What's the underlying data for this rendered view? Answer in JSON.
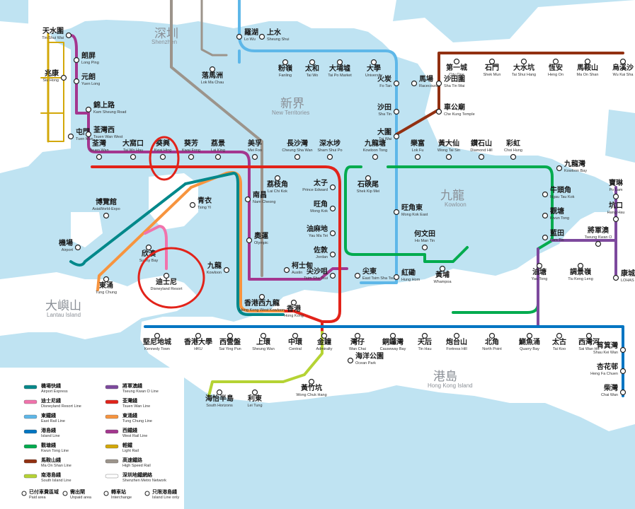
{
  "lines": {
    "tung_chung": "#F7943E",
    "airport": "#00888A",
    "disney": "#F173AC",
    "tsuen_wan": "#E2231A",
    "kwun_tong": "#00AB4E",
    "east_rail": "#5EB7E8",
    "island": "#0075C2",
    "tseung_kwan_o": "#7D499D",
    "west_rail": "#A4368F",
    "ma_on_shan": "#923011",
    "south_island": "#B5D334",
    "light_rail": "#D3A809",
    "high_speed": "#9C948B"
  },
  "regions": {
    "shenzhen": {
      "zh": "深圳",
      "en": "Shenzhen"
    },
    "nt": {
      "zh": "新界",
      "en": "New Territories"
    },
    "kowloon": {
      "zh": "九龍",
      "en": "Kowloon"
    },
    "hk_island": {
      "zh": "港島",
      "en": "Hong Kong Island"
    },
    "lantau": {
      "zh": "大嶼山",
      "en": "Lantau Island"
    }
  },
  "stations": {
    "tin_shui_wai": {
      "zh": "天水圍",
      "en": "Tin Shui Wai"
    },
    "long_ping": {
      "zh": "朗屏",
      "en": "Long Ping"
    },
    "yuen_long": {
      "zh": "元朗",
      "en": "Yuen Long"
    },
    "kam_sheung_road": {
      "zh": "錦上路",
      "en": "Kam Sheung Road"
    },
    "siu_hong": {
      "zh": "兆康",
      "en": "Siu Hong"
    },
    "tuen_mun": {
      "zh": "屯門",
      "en": "Tuen Mun"
    },
    "tsuen_wan_west": {
      "zh": "荃灣西",
      "en": "Tsuen Wan West"
    },
    "lo_wu": {
      "zh": "羅湖",
      "en": "Lo Wu"
    },
    "sheung_shui": {
      "zh": "上水",
      "en": "Sheung Shui"
    },
    "lok_ma_chau": {
      "zh": "落馬洲",
      "en": "Lok Ma Chau"
    },
    "fanling": {
      "zh": "粉嶺",
      "en": "Fanling"
    },
    "tai_wo": {
      "zh": "太和",
      "en": "Tai Wo"
    },
    "tai_po_market": {
      "zh": "大埔墟",
      "en": "Tai Po Market"
    },
    "university": {
      "zh": "大學",
      "en": "University"
    },
    "fo_tan": {
      "zh": "火炭",
      "en": "Fo Tan"
    },
    "racecourse": {
      "zh": "馬場",
      "en": "Racecourse"
    },
    "sha_tin": {
      "zh": "沙田",
      "en": "Sha Tin"
    },
    "tai_wai": {
      "zh": "大圍",
      "en": "Tai Wai"
    },
    "wu_kai_sha": {
      "zh": "烏溪沙",
      "en": "Wu Kai Sha"
    },
    "ma_on_shan": {
      "zh": "馬鞍山",
      "en": "Ma On Shan"
    },
    "heng_on": {
      "zh": "恆安",
      "en": "Heng On"
    },
    "tai_shui_hang": {
      "zh": "大水坑",
      "en": "Tai Shui Hang"
    },
    "shek_mun": {
      "zh": "石門",
      "en": "Shek Mun"
    },
    "city_one": {
      "zh": "第一城",
      "en": "City One"
    },
    "sha_tin_wai": {
      "zh": "沙田圍",
      "en": "Sha Tin Wai"
    },
    "che_kung_temple": {
      "zh": "車公廟",
      "en": "Che Kung Temple"
    },
    "tsuen_wan": {
      "zh": "荃灣",
      "en": "Tsuen Wan"
    },
    "tai_wo_hau": {
      "zh": "大窩口",
      "en": "Tai Wo Hau"
    },
    "kwai_hing": {
      "zh": "葵興",
      "en": "Kwai Hing"
    },
    "kwai_fong": {
      "zh": "葵芳",
      "en": "Kwai Fong"
    },
    "lai_king": {
      "zh": "荔景",
      "en": "Lai King"
    },
    "mei_foo": {
      "zh": "美孚",
      "en": "Mei Foo"
    },
    "cheung_sha_wan": {
      "zh": "長沙灣",
      "en": "Cheung Sha Wan"
    },
    "sham_shui_po": {
      "zh": "深水埗",
      "en": "Sham Shui Po"
    },
    "kowloon_tong": {
      "zh": "九龍塘",
      "en": "Kowloon Tong"
    },
    "lok_fu": {
      "zh": "樂富",
      "en": "Lok Fu"
    },
    "wong_tai_sin": {
      "zh": "黃大仙",
      "en": "Wong Tai Sin"
    },
    "diamond_hill": {
      "zh": "鑽石山",
      "en": "Diamond Hill"
    },
    "choi_hung": {
      "zh": "彩虹",
      "en": "Choi Hung"
    },
    "kowloon_bay": {
      "zh": "九龍灣",
      "en": "Kowloon Bay"
    },
    "ngau_tau_kok": {
      "zh": "牛頭角",
      "en": "Ngau Tau Kok"
    },
    "kwun_tong": {
      "zh": "觀塘",
      "en": "Kwun Tong"
    },
    "lam_tin": {
      "zh": "藍田",
      "en": "Lam Tin"
    },
    "yau_tong": {
      "zh": "油塘",
      "en": "Yau Tong"
    },
    "tiu_keng_leng": {
      "zh": "調景嶺",
      "en": "Tiu Keng Leng"
    },
    "tseung_kwan_o": {
      "zh": "將軍澳",
      "en": "Tseung Kwan O"
    },
    "po_lam": {
      "zh": "寶琳",
      "en": "Po Lam"
    },
    "hang_hau": {
      "zh": "坑口",
      "en": "Hang Hau"
    },
    "lohas_park": {
      "zh": "康城",
      "en": "LOHAS Park"
    },
    "lai_chi_kok": {
      "zh": "荔枝角",
      "en": "Lai Chi Kok"
    },
    "shek_kip_mei": {
      "zh": "石硤尾",
      "en": "Shek Kip Mei"
    },
    "prince_edward": {
      "zh": "太子",
      "en": "Prince Edward"
    },
    "mong_kok": {
      "zh": "旺角",
      "en": "Mong Kok"
    },
    "yau_ma_tei": {
      "zh": "油麻地",
      "en": "Yau Ma Tei"
    },
    "jordan": {
      "zh": "佐敦",
      "en": "Jordan"
    },
    "tsim_sha_tsui": {
      "zh": "尖沙咀",
      "en": "Tsim Sha Tsui"
    },
    "east_tsim_sha_tsui": {
      "zh": "尖東",
      "en": "East Tsim Sha Tsui"
    },
    "mong_kok_east": {
      "zh": "旺角東",
      "en": "Mong Kok East"
    },
    "ho_man_tin": {
      "zh": "何文田",
      "en": "Ho Man Tin"
    },
    "whampoa": {
      "zh": "黃埔",
      "en": "Whampoa"
    },
    "hung_hom": {
      "zh": "紅磡",
      "en": "Hung Hom"
    },
    "tsing_yi": {
      "zh": "青衣",
      "en": "Tsing Yi"
    },
    "nam_cheong": {
      "zh": "南昌",
      "en": "Nam Cheong"
    },
    "olympic": {
      "zh": "奧運",
      "en": "Olympic"
    },
    "kowloon": {
      "zh": "九龍",
      "en": "Kowloon"
    },
    "austin": {
      "zh": "柯士甸",
      "en": "Austin"
    },
    "hk_west_kowloon": {
      "zh": "香港西九龍",
      "en": "Hong Kong West Kowloon"
    },
    "hong_kong": {
      "zh": "香港",
      "en": "Hong Kong"
    },
    "asiaworld_expo": {
      "zh": "博覽館",
      "en": "AsiaWorld-Expo"
    },
    "airport": {
      "zh": "機場",
      "en": "Airport"
    },
    "sunny_bay": {
      "zh": "欣澳",
      "en": "Sunny Bay"
    },
    "disneyland_resort": {
      "zh": "迪士尼",
      "en": "Disneyland Resort"
    },
    "tung_chung": {
      "zh": "東涌",
      "en": "Tung Chung"
    },
    "kennedy_town": {
      "zh": "堅尼地城",
      "en": "Kennedy Town"
    },
    "hku": {
      "zh": "香港大學",
      "en": "HKU"
    },
    "sai_ying_pun": {
      "zh": "西營盤",
      "en": "Sai Ying Pun"
    },
    "sheung_wan": {
      "zh": "上環",
      "en": "Sheung Wan"
    },
    "central": {
      "zh": "中環",
      "en": "Central"
    },
    "admiralty": {
      "zh": "金鐘",
      "en": "Admiralty"
    },
    "wan_chai": {
      "zh": "灣仔",
      "en": "Wan Chai"
    },
    "causeway_bay": {
      "zh": "銅鑼灣",
      "en": "Causeway Bay"
    },
    "tin_hau": {
      "zh": "天后",
      "en": "Tin Hau"
    },
    "fortress_hill": {
      "zh": "炮台山",
      "en": "Fortress Hill"
    },
    "north_point": {
      "zh": "北角",
      "en": "North Point"
    },
    "quarry_bay": {
      "zh": "鰂魚涌",
      "en": "Quarry Bay"
    },
    "tai_koo": {
      "zh": "太古",
      "en": "Tai Koo"
    },
    "sai_wan_ho": {
      "zh": "西灣河",
      "en": "Sai Wan Ho"
    },
    "shau_kei_wan": {
      "zh": "筲箕灣",
      "en": "Shau Kei Wan"
    },
    "heng_fa_chuen": {
      "zh": "杏花邨",
      "en": "Heng Fa Chuen"
    },
    "chai_wan": {
      "zh": "柴灣",
      "en": "Chai Wan"
    },
    "ocean_park": {
      "zh": "海洋公園",
      "en": "Ocean Park"
    },
    "wong_chuk_hang": {
      "zh": "黃竹坑",
      "en": "Wong Chuk Hang"
    },
    "lei_tung": {
      "zh": "利東",
      "en": "Lei Tung"
    },
    "south_horizons": {
      "zh": "海怡半島",
      "en": "South Horizons"
    }
  },
  "legend": {
    "items": [
      {
        "zh": "機場快綫",
        "en": "Airport Express",
        "color": "#00888A"
      },
      {
        "zh": "迪士尼綫",
        "en": "Disneyland Resort Line",
        "color": "#F173AC"
      },
      {
        "zh": "東鐵綫",
        "en": "East Rail Line",
        "color": "#5EB7E8"
      },
      {
        "zh": "港島綫",
        "en": "Island Line",
        "color": "#0075C2"
      },
      {
        "zh": "觀塘綫",
        "en": "Kwun Tong Line",
        "color": "#00AB4E"
      },
      {
        "zh": "馬鞍山綫",
        "en": "Ma On Shan Line",
        "color": "#923011"
      },
      {
        "zh": "南港島綫",
        "en": "South Island Line",
        "color": "#B5D334"
      },
      {
        "zh": "將軍澳綫",
        "en": "Tseung Kwan O Line",
        "color": "#7D499D"
      },
      {
        "zh": "荃灣綫",
        "en": "Tsuen Wan Line",
        "color": "#E2231A"
      },
      {
        "zh": "東涌綫",
        "en": "Tung Chung Line",
        "color": "#F7943E"
      },
      {
        "zh": "西鐵綫",
        "en": "West Rail Line",
        "color": "#A4368F"
      },
      {
        "zh": "輕鐵",
        "en": "Light Rail",
        "color": "#D3A809"
      },
      {
        "zh": "高速鐵路",
        "en": "High Speed Rail",
        "color": "#9C948B"
      },
      {
        "zh": "深圳地鐵網絡",
        "en": "Shenzhen Metro Network",
        "color": "#ffffff"
      }
    ],
    "symbols": [
      {
        "zh": "已付車費區域",
        "en": "Paid area"
      },
      {
        "zh": "需出閘",
        "en": "Unpaid area"
      },
      {
        "zh": "轉車站",
        "en": "Interchange"
      },
      {
        "zh": "只限港島綫",
        "en": "Island Line only"
      }
    ]
  }
}
